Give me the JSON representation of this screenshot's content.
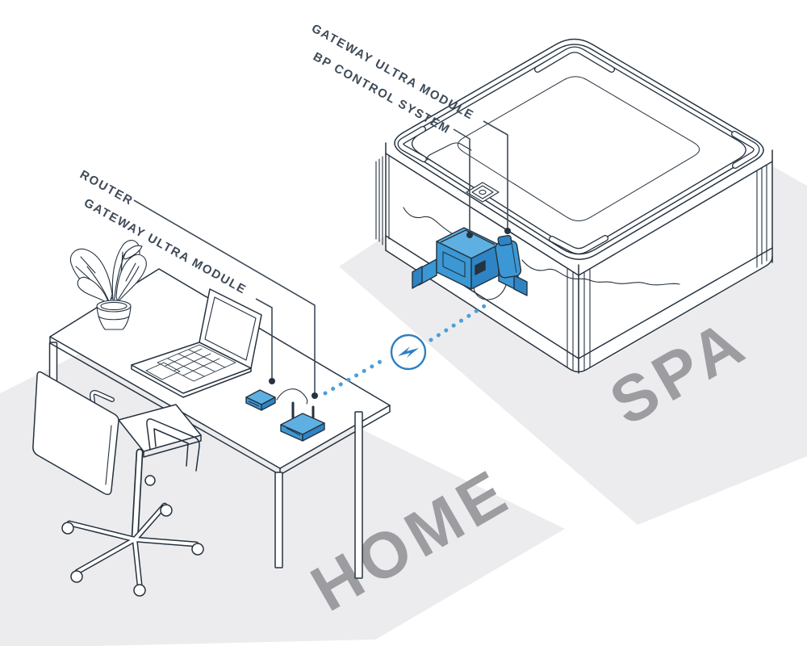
{
  "diagram": {
    "title_implicit": "Spa gateway connection diagram",
    "spa_callout": {
      "line1": "GATEWAY ULTRA MODULE",
      "line2": "BP CONTROL SYSTEM"
    },
    "home_callout": {
      "line1": "ROUTER",
      "line2": "GATEWAY ULTRA MODULE"
    },
    "zones": {
      "home": "HOME",
      "spa": "SPA"
    },
    "icons": {
      "wireless_link": "lightning-bolt-icon"
    },
    "colors": {
      "device_blue": "#3b98d5",
      "device_blue_light": "#5fb0e2",
      "device_blue_dark": "#2e84c4",
      "illustration_line": "#25323f",
      "callout_text": "#3f4b58",
      "zone_text": "#9c9ca1",
      "floor_gray": "#ececee",
      "wireless_dot_blue": "#4aa0da",
      "wireless_bolt_blue": "#2e7fc2"
    }
  }
}
